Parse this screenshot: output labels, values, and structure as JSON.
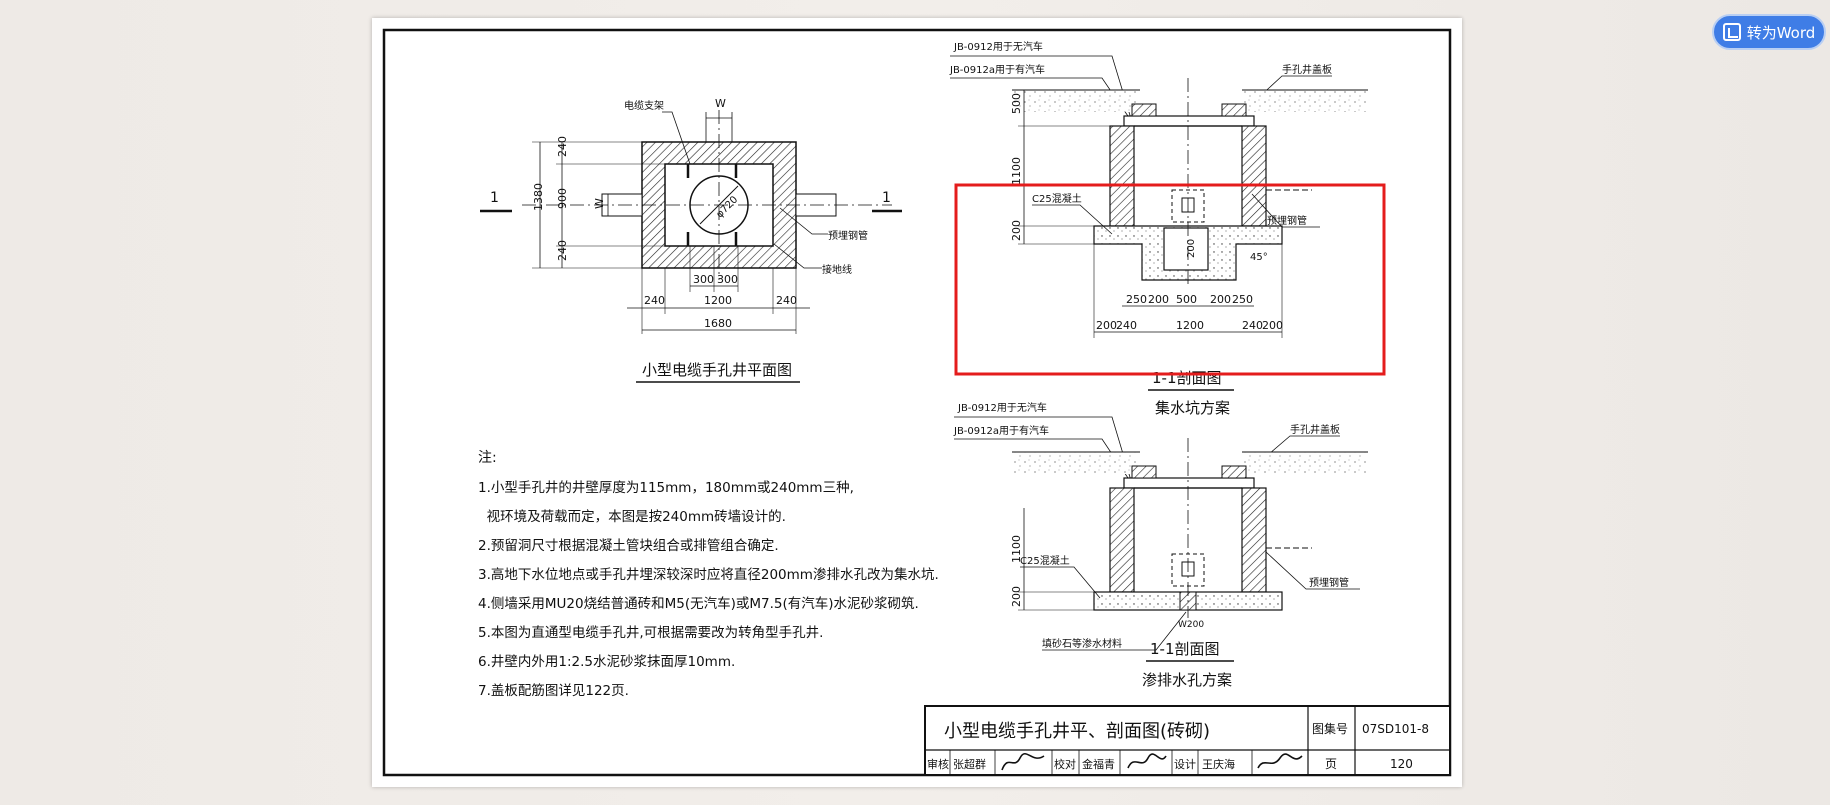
{
  "toolbar": {
    "convert_word_label": "转为Word",
    "convert_icon": "word-convert-icon"
  },
  "plan": {
    "title": "小型电缆手孔井平面图",
    "labels": {
      "cable_bracket": "电缆支架",
      "w_top": "W",
      "w_side": "W",
      "diameter": "φ720",
      "pipe": "预埋钢管",
      "ground": "接地线",
      "sec_left": "1",
      "sec_right": "1"
    },
    "dims_v": [
      "240",
      "900",
      "240",
      "1380"
    ],
    "dims_h": [
      "300",
      "300",
      "240",
      "1200",
      "240",
      "1680"
    ]
  },
  "section_a": {
    "title": "1-1剖面图",
    "subtitle": "集水坑方案",
    "labels": {
      "jb1": "JB-0912用于无汽车",
      "jb2": "JB-0912a用于有汽车",
      "cover": "手孔井盖板",
      "concrete": "C25混凝土",
      "pipe": "预埋钢管",
      "angle": "45°",
      "pit": "200"
    },
    "dims_v": [
      "500",
      "1100",
      "200"
    ],
    "dims_h1": [
      "250",
      "200",
      "500",
      "200",
      "250"
    ],
    "dims_h2": [
      "200",
      "240",
      "1200",
      "240",
      "200"
    ]
  },
  "section_b": {
    "title": "1-1剖面图",
    "subtitle": "渗排水孔方案",
    "labels": {
      "jb1": "JB-0912用于无汽车",
      "jb2": "JB-0912a用于有汽车",
      "cover": "手孔井盖板",
      "concrete": "C25混凝土",
      "pipe": "预埋钢管",
      "drain": "W200",
      "gravel": "填砂石等渗水材料"
    },
    "dims_v": [
      "1100",
      "200"
    ]
  },
  "notes": {
    "heading": "注:",
    "items": [
      "1.小型手孔井的井壁厚度为115mm，180mm或240mm三种,",
      "  视环境及荷载而定，本图是按240mm砖墙设计的.",
      "2.预留洞尺寸根据混凝土管块组合或排管组合确定.",
      "3.高地下水位地点或手孔井埋深较深时应将直径200mm渗排水孔改为集水坑.",
      "4.侧墙采用MU20烧结普通砖和M5(无汽车)或M7.5(有汽车)水泥砂浆砌筑.",
      "5.本图为直通型电缆手孔井,可根据需要改为转角型手孔井.",
      "6.井壁内外用1:2.5水泥砂浆抹面厚10mm.",
      "7.盖板配筋图详见122页."
    ]
  },
  "title_block": {
    "title": "小型电缆手孔井平、剖面图(砖砌)",
    "atlas_label": "图集号",
    "atlas_no": "07SD101-8",
    "page_label": "页",
    "page_no": "120",
    "review_label": "审核",
    "reviewer": "张超群",
    "check_label": "校对",
    "checker": "金福青",
    "design_label": "设计",
    "designer": "王庆海"
  },
  "highlight": {
    "color": "#e41c1c"
  }
}
